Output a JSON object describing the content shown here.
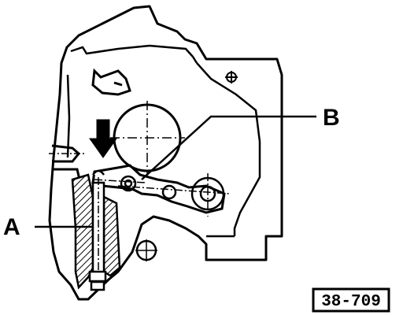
{
  "labels": {
    "a": "A",
    "b": "B"
  },
  "figure_code": "38-709",
  "colors": {
    "ink": "#000000",
    "paper": "#ffffff"
  },
  "icons": {
    "press_arrow": "down-arrow-icon"
  }
}
